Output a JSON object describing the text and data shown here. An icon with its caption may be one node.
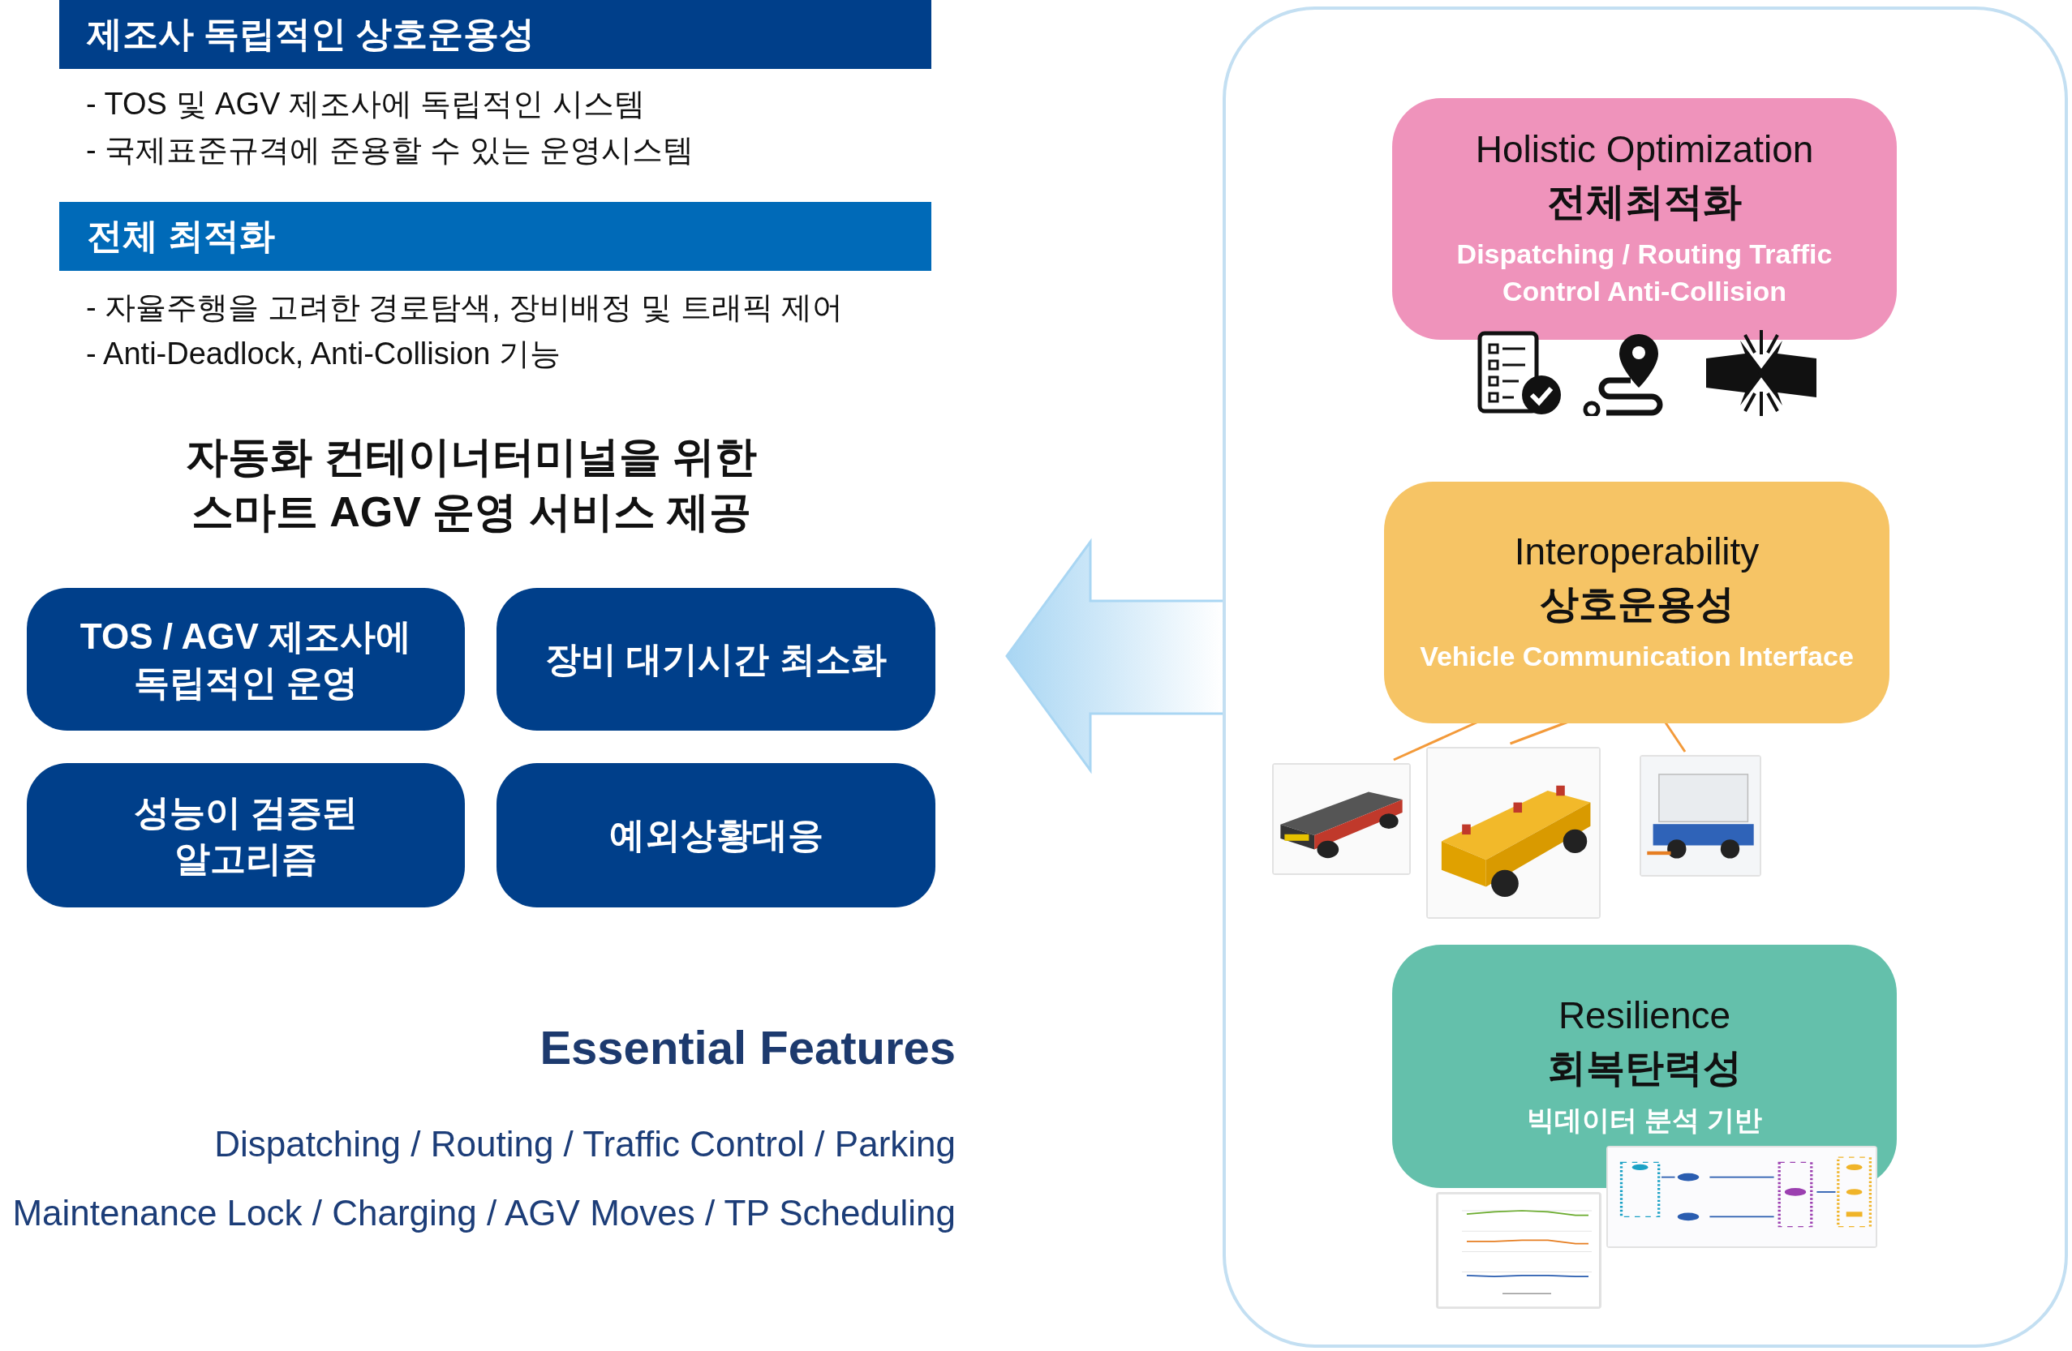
{
  "diagram": {
    "nodes": [
      {
        "text": [
          "제조사 독립적인 상호운용성"
        ]
      },
      {
        "text": [
          "전체 최적화"
        ]
      },
      {
        "text": [
          "TOS / AGV 제조사에 독립적인 운영"
        ]
      },
      {
        "text": [
          "장비 대기시간 최소화"
        ]
      },
      {
        "text": [
          "성능이 검증된 알고리즘"
        ]
      },
      {
        "text": [
          "예외상황대응"
        ]
      },
      {
        "text": [],
        "shape": "box"
      },
      {
        "text": [
          "Holistic Optimization",
          "전체최적화",
          "Dispatching / Routing Traffic Control Anti-Collision"
        ],
        "in": 6
      },
      {
        "text": [
          "Interoperability",
          "상호운용성",
          "Vehicle Communication Interface"
        ],
        "in": 6
      },
      {
        "text": [],
        "shape": "picture",
        "in": 6
      },
      {
        "text": [],
        "shape": "picture",
        "in": 6
      },
      {
        "text": [],
        "shape": "picture",
        "in": 6
      },
      {
        "text": [
          "Resilience",
          "회복탄력성",
          "빅데이터 분석 기반"
        ],
        "in": 6
      },
      {
        "text": [],
        "shape": "picture",
        "in": 6
      },
      {
        "text": [],
        "shape": "picture",
        "in": 6
      }
    ],
    "edges": [
      {
        "from": 6,
        "to": null,
        "arrow": "to",
        "style": "thick"
      },
      {
        "from": 8,
        "to": 9,
        "arrow": "none",
        "color": "#f39a3a"
      },
      {
        "from": 8,
        "to": 10,
        "arrow": "none",
        "color": "#f39a3a"
      },
      {
        "from": 8,
        "to": 11,
        "arrow": "none",
        "color": "#f39a3a"
      }
    ],
    "labels": [
      "- TOS 및 AGV 제조사에 독립적인 시스템",
      "- 국제표준규격에 준용할 수 있는 운영시스템",
      "- 자율주행을 고려한 경로탐색, 장비배정 및 트래픽 제어",
      "- Anti-Deadlock, Anti-Collision 기능",
      "자동화 컨테이너터미널을 위한 스마트 AGV 운영 서비스 제공",
      "Essential Features",
      "Dispatching / Routing / Traffic Control  / Parking",
      "Maintenance Lock / Charging / AGV Moves / TP Scheduling"
    ]
  }
}
